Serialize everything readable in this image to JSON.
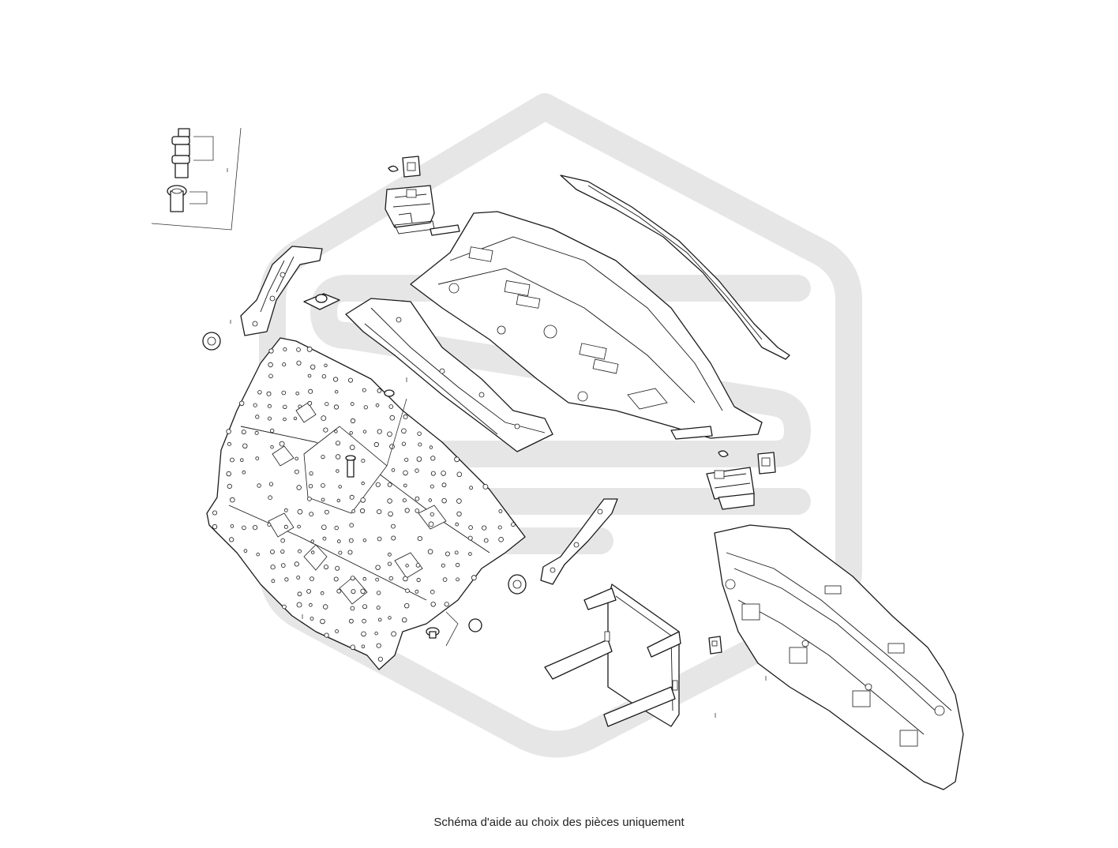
{
  "caption": "Schéma d'aide au choix des pièces uniquement",
  "watermark": {
    "color": "#e6e6e6",
    "shape": "rounded-hexagon-with-s-mark"
  },
  "line_color": "#1a1a1a",
  "parts": [
    {
      "name": "bolt-set"
    },
    {
      "name": "side-bracket-upper"
    },
    {
      "name": "mount-block-upper"
    },
    {
      "name": "rear-shelf-panel"
    },
    {
      "name": "roof-rail"
    },
    {
      "name": "cross-member"
    },
    {
      "name": "lower-floor-panel"
    },
    {
      "name": "side-bracket-lower"
    },
    {
      "name": "mount-block-lower"
    },
    {
      "name": "battery-frame"
    },
    {
      "name": "rear-end-panel"
    }
  ]
}
